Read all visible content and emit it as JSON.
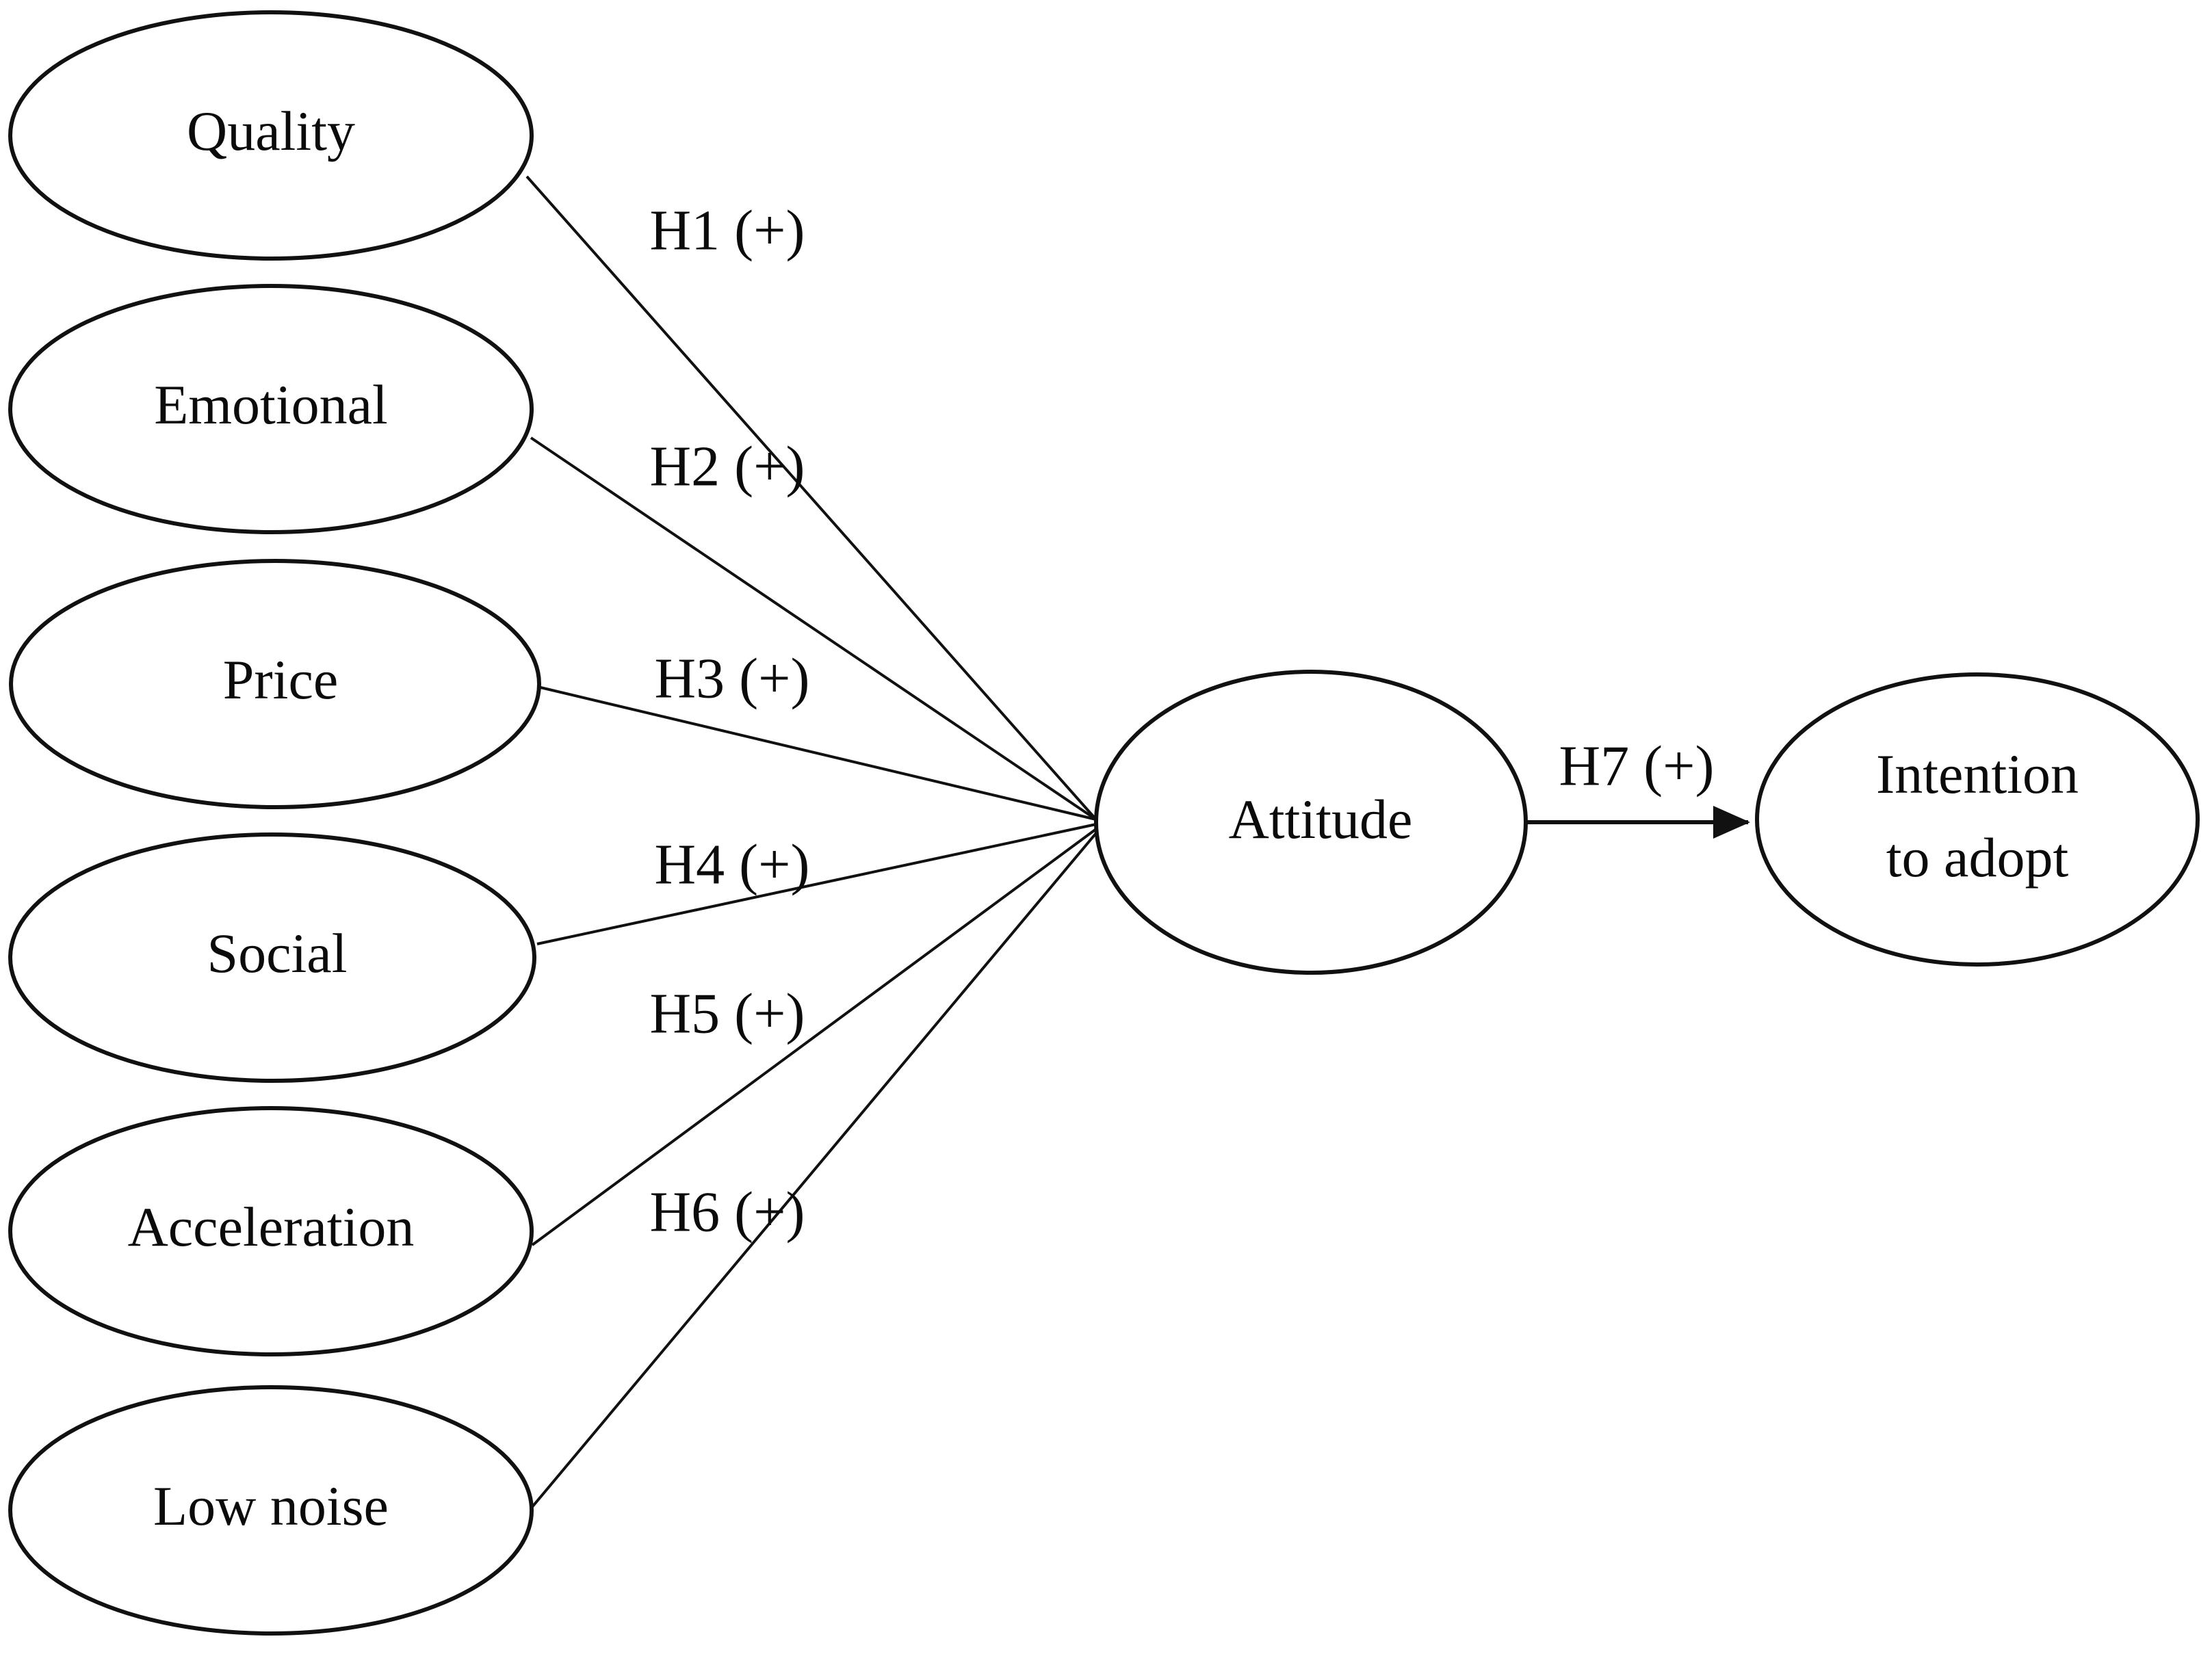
{
  "diagram": {
    "type": "conceptual-research-model",
    "background_color": "#ffffff",
    "stroke_color": "#111111",
    "text_color": "#0b0b0b",
    "antecedent_nodes": [
      {
        "id": "quality",
        "label": "Quality"
      },
      {
        "id": "emotional",
        "label": "Emotional"
      },
      {
        "id": "price",
        "label": "Price"
      },
      {
        "id": "social",
        "label": "Social"
      },
      {
        "id": "acceleration",
        "label": "Acceleration"
      },
      {
        "id": "low-noise",
        "label": "Low noise"
      }
    ],
    "mediator_node": {
      "id": "attitude",
      "label": "Attitude"
    },
    "outcome_node": {
      "id": "intention-to-adopt",
      "label_line1": "Intention",
      "label_line2": "to adopt"
    },
    "hypotheses": [
      {
        "id": "h1",
        "label": "H1 (+)",
        "from": "quality",
        "to": "attitude"
      },
      {
        "id": "h2",
        "label": "H2 (+)",
        "from": "emotional",
        "to": "attitude"
      },
      {
        "id": "h3",
        "label": "H3 (+)",
        "from": "price",
        "to": "attitude"
      },
      {
        "id": "h4",
        "label": "H4 (+)",
        "from": "social",
        "to": "attitude"
      },
      {
        "id": "h5",
        "label": "H5 (+)",
        "from": "acceleration",
        "to": "attitude"
      },
      {
        "id": "h6",
        "label": "H6 (+)",
        "from": "low-noise",
        "to": "attitude"
      },
      {
        "id": "h7",
        "label": "H7 (+)",
        "from": "attitude",
        "to": "intention-to-adopt"
      }
    ]
  }
}
